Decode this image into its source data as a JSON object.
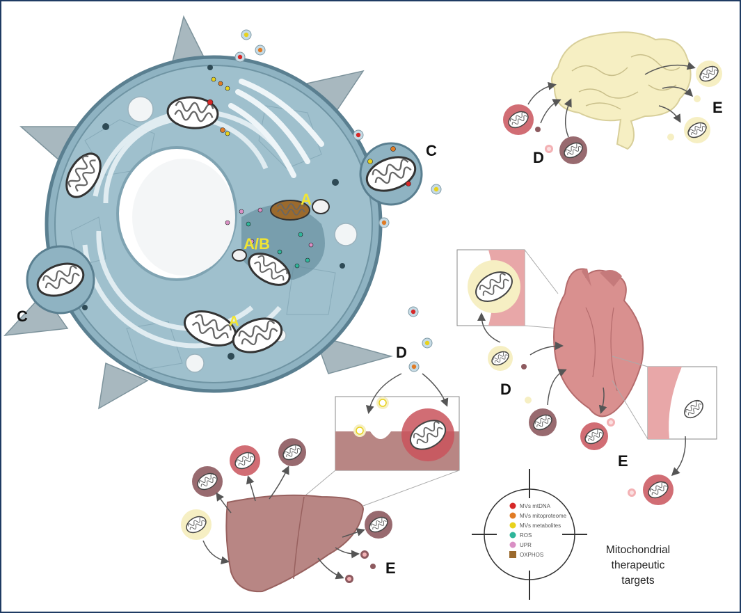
{
  "labels": {
    "a_top": "A",
    "ab": "A/B",
    "a_bottom": "A",
    "c_right": "C",
    "c_left": "C",
    "d_brain": "D",
    "e_brain": "E",
    "d_heart": "D",
    "e_heart": "E",
    "d_liver": "D",
    "e_liver": "E"
  },
  "legend": {
    "items": [
      {
        "label": "MVs mtDNA",
        "color": "#d62828"
      },
      {
        "label": "MVs mitoproteome",
        "color": "#e07b25"
      },
      {
        "label": "MVs metabolites",
        "color": "#e8d21c"
      },
      {
        "label": "ROS",
        "color": "#2fb59a"
      },
      {
        "label": "UPR",
        "color": "#d98fc4"
      },
      {
        "label": "OXPHOS",
        "color": "#9b6a2d"
      }
    ]
  },
  "title": {
    "line1": "Mitochondrial",
    "line2": "therapeutic",
    "line3": "targets"
  },
  "colors": {
    "frame": "#1f3b63",
    "cell": "#8fb3c2",
    "brain": "#f6efc3",
    "heart": "#d9908f",
    "liver": "#b88684",
    "mito_red": "#c9545c",
    "mito_dark": "#8d5a5f"
  }
}
